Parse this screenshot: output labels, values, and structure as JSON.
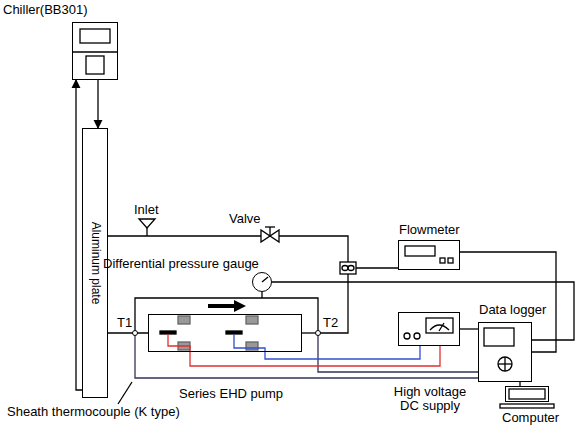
{
  "diagram": {
    "nodes": [
      {
        "text": [
          "Chiller(BB301)"
        ]
      },
      {
        "text": [
          "Aluminum plate"
        ]
      },
      {
        "text": [
          "Flowmeter"
        ]
      },
      {
        "text": [
          "Differential pressure gauge"
        ]
      },
      {
        "text": [
          "Data logger"
        ]
      },
      {
        "text": [
          "High voltage DC supply"
        ]
      },
      {
        "text": [
          "Computer"
        ]
      },
      {
        "text": [
          "Series EHD pump"
        ]
      }
    ],
    "edges": [
      {
        "from": 1,
        "to": 0,
        "arrow": "to"
      },
      {
        "from": 0,
        "to": 1,
        "arrow": "to"
      },
      {
        "from": 2,
        "to": 4,
        "arrow": "none"
      },
      {
        "from": 3,
        "to": 4,
        "arrow": "none"
      },
      {
        "from": 5,
        "to": 4,
        "arrow": "none"
      },
      {
        "from": 4,
        "to": 6,
        "arrow": "none"
      },
      {
        "from": 7,
        "to": 5,
        "arrow": "none"
      },
      {
        "from": 7,
        "to": 5,
        "arrow": "none"
      }
    ],
    "labels": [
      "Inlet",
      "Valve",
      "T1",
      "T2",
      "Sheath thermocouple (K type)"
    ]
  }
}
